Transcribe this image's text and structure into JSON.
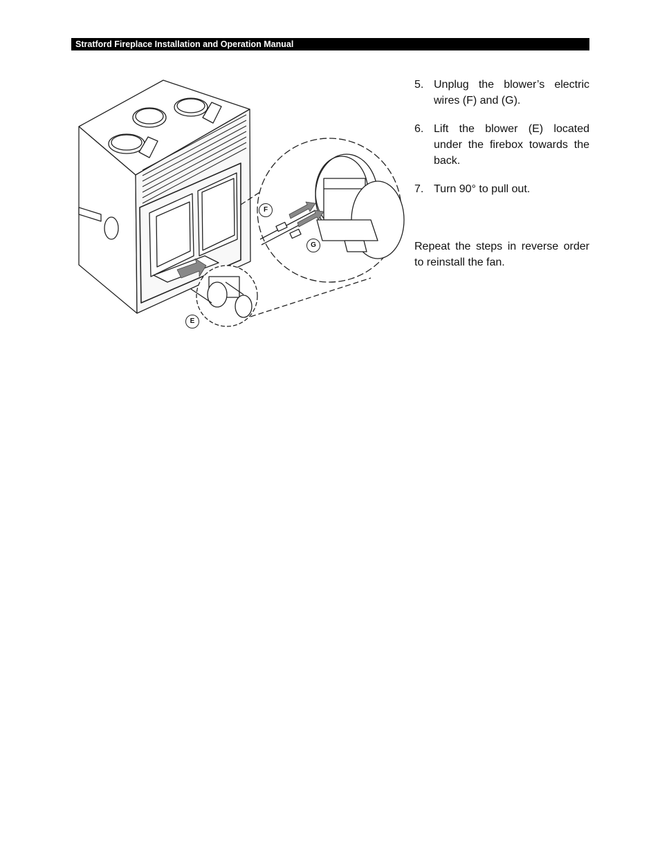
{
  "header": {
    "title": "Stratford Fireplace Installation and Operation Manual"
  },
  "figure": {
    "callouts": {
      "e": "E",
      "f": "F",
      "g": "G"
    }
  },
  "steps": [
    {
      "number": "5.",
      "text": "Unplug the blower’s electric wires (F) and (G)."
    },
    {
      "number": "6.",
      "text": "Lift the blower (E) located under the firebox towards the back."
    },
    {
      "number": "7.",
      "text": "Turn 90° to pull out."
    }
  ],
  "note": "Repeat the steps in reverse order to reinstall the fan."
}
